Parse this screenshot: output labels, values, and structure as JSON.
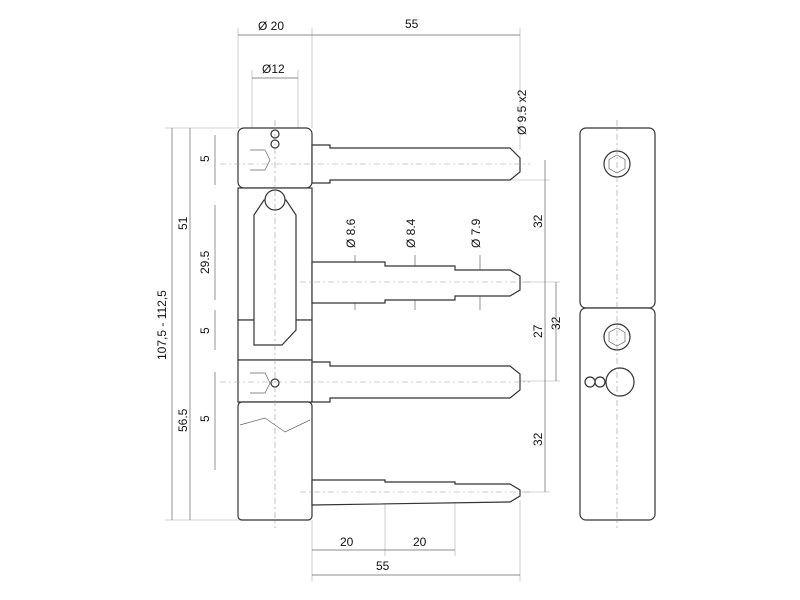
{
  "drawing": {
    "top": {
      "dia_body": "Ø 20",
      "length_top": "55",
      "dia_inner": "Ø12",
      "dia_pin": "Ø 9.5 x2"
    },
    "left": {
      "total": "107,5 - 112,5",
      "upper": "51",
      "lower": "56.5",
      "d5a": "5",
      "d295": "29.5",
      "d5b": "5",
      "d5c": "5"
    },
    "pins": {
      "d1": "Ø 8.6",
      "d2": "Ø 8.4",
      "d3": "Ø 7.9"
    },
    "right": {
      "s1": "32",
      "s2": "27",
      "s3": "32",
      "s4": "32"
    },
    "bottom": {
      "seg1": "20",
      "seg2": "20",
      "length": "55"
    }
  }
}
